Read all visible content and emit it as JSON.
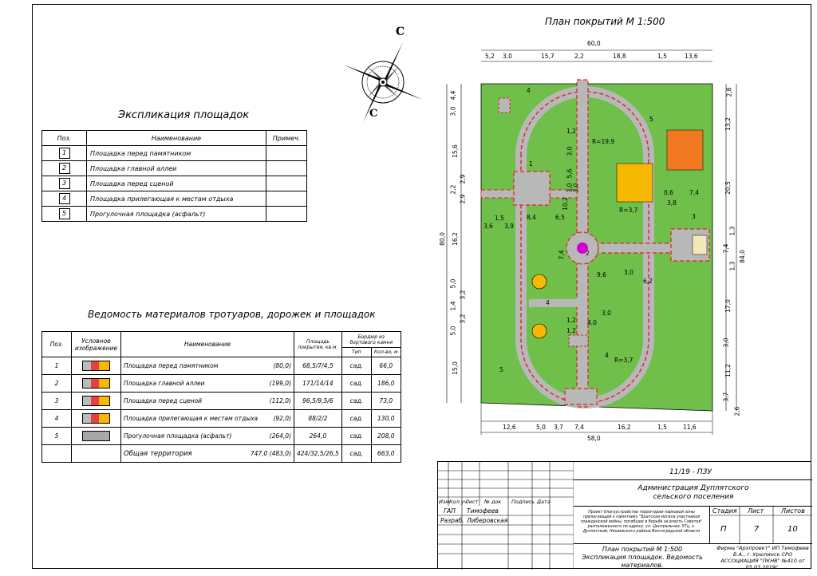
{
  "compass": {
    "north": "С",
    "south": "С"
  },
  "explication": {
    "title": "Экспликация площадок",
    "headers": {
      "pos": "Поз.",
      "name": "Наименование",
      "note": "Примеч."
    },
    "rows": [
      {
        "pos": "1",
        "name": "Площадка перед памятником"
      },
      {
        "pos": "2",
        "name": "Площадка главной аллеи"
      },
      {
        "pos": "3",
        "name": "Площадка перед сценой"
      },
      {
        "pos": "4",
        "name": "Площадка прилегающая к местам отдыха"
      },
      {
        "pos": "5",
        "name": "Прогулочная площадка (асфальт)"
      }
    ]
  },
  "materials": {
    "title": "Ведомость материалов тротуаров, дорожек и площадок",
    "headers": {
      "pos": "Поз.",
      "symbol": "Условное изображение",
      "name": "Наименование",
      "area": "Площадь покрытия, кв.м.",
      "border": "Бордюр из бортового камня",
      "type": "Тип",
      "qty": "Кол-во, м"
    },
    "rows": [
      {
        "pos": "1",
        "name": "Площадка перед памятником",
        "sub": "(80,0)",
        "area": "68,5/7/4,5",
        "type": "сад.",
        "qty": "66,0"
      },
      {
        "pos": "2",
        "name": "Площадка главной аллеи",
        "sub": "(199,0)",
        "area": "171/14/14",
        "type": "сад.",
        "qty": "186,0"
      },
      {
        "pos": "3",
        "name": "Площадка перед сценой",
        "sub": "(112,0)",
        "area": "96,5/9,5/6",
        "type": "сад.",
        "qty": "73,0"
      },
      {
        "pos": "4",
        "name": "Площадка прилегающая к местам отдыха",
        "sub": "(92,0)",
        "area": "88/2/2",
        "type": "сад.",
        "qty": "130,0"
      },
      {
        "pos": "5",
        "name": "Прогулочная площадка (асфальт)",
        "sub": "(264,0)",
        "area": "264,0",
        "type": "сад.",
        "qty": "208,0"
      }
    ],
    "total": {
      "name": "Общая территория",
      "sub": "747,0  (483,0)",
      "area": "424/32,5/26,5",
      "type": "сад.",
      "qty": "663,0"
    }
  },
  "plan": {
    "title": "План покрытий М 1:500",
    "top_total": "60,0",
    "bottom_total": "58,0",
    "top_dims": [
      "5,2",
      "3,0",
      "15,7",
      "2,2",
      "18,8",
      "1,5",
      "13,6"
    ],
    "bottom_dims": [
      "12,6",
      "5,0",
      "3,7",
      "7,4",
      "16,2",
      "1,5",
      "11,6"
    ],
    "left_dims": [
      "3,0",
      "4,4",
      "15,6",
      "2,2",
      "2,9",
      "2,9",
      "16,2",
      "5,0",
      "1,4",
      "3,2",
      "3,2",
      "5,0",
      "15,0"
    ],
    "left_total": "80,0",
    "right_dims": [
      "2,8",
      "13,2",
      "20,5",
      "1,3",
      "7,4",
      "1,3",
      "17,0",
      "3,0",
      "11,2",
      "3,7",
      "2,6"
    ],
    "right_total": "84,0",
    "inner_dims": [
      "R=19,9",
      "R=3,7",
      "R=3,7",
      "1,2",
      "3,0",
      "5,6",
      "3,0",
      "3,0",
      "10,2",
      "6,5",
      "8,4",
      "3,9",
      "3,6",
      "1,5",
      "0,6",
      "7,4",
      "3,8",
      "7,4",
      "9,6",
      "3,0",
      "6,2",
      "1,2",
      "4,0",
      "3,0",
      "1,2"
    ],
    "markers": [
      "1",
      "2",
      "3",
      "4",
      "4",
      "4",
      "5",
      "5"
    ]
  },
  "stamp": {
    "code": "11/19 - ПЗУ",
    "org": "Администрация Дуплятского сельского поселения",
    "project_desc": "Проект благоустройства территории парковой зоны прилегающей к памятнику \"Братская могила участников гражданской войны, погибших в борьбе за власть Советов\" расположенного по адресу: ул. Центральная, 57ц, х. Дуплятский, Нехаевского района Волгоградской области",
    "cols": [
      "Изм.",
      "Кол.уч",
      "Лист",
      "№ док",
      "Подпись",
      "Дата"
    ],
    "roles": [
      {
        "role": "ГАП",
        "name": "Тимофеев"
      },
      {
        "role": "Разраб.",
        "name": "Либеровская"
      }
    ],
    "stage_label": "Стадия",
    "sheet_label": "Лист",
    "sheets_label": "Листов",
    "stage": "П",
    "sheet": "7",
    "sheets": "10",
    "drawing_title": "План покрытий М 1:500 Экспликация площадок. Ведомость материалов.",
    "firm": "Фирма \"Архпроект\" ИП Тимофеев В.А., г. Урюпинск СРО АССОЦИАЦИЯ \"ПКНВ\" №410 от 05.03.2019г."
  },
  "colors": {
    "grass": "#6fbf4a",
    "path": "#b8b8b8",
    "border": "#e02020",
    "orange": "#f07820",
    "yellow": "#f6b800",
    "stage": "#f5e8b8",
    "magenta": "#d000d0"
  }
}
